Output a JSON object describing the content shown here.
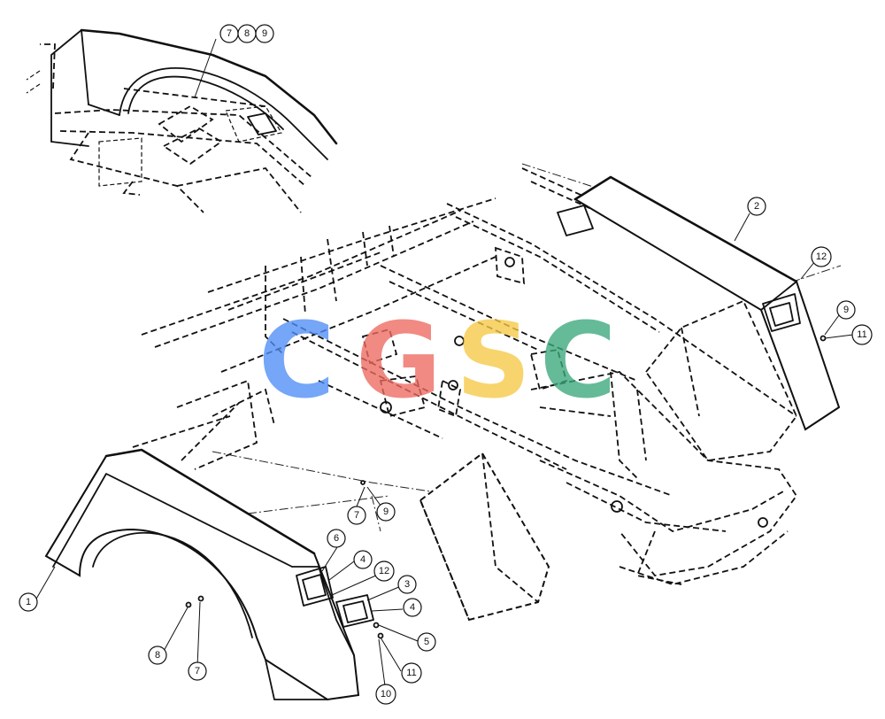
{
  "callouts": [
    {
      "id": "c1",
      "label": "1"
    },
    {
      "id": "c2",
      "label": "2"
    },
    {
      "id": "c3",
      "label": "3"
    },
    {
      "id": "c4a",
      "label": "4"
    },
    {
      "id": "c4b",
      "label": "4"
    },
    {
      "id": "c5",
      "label": "5"
    },
    {
      "id": "c6",
      "label": "6"
    },
    {
      "id": "c7a",
      "label": "7"
    },
    {
      "id": "c7b",
      "label": "7"
    },
    {
      "id": "c7c",
      "label": "7"
    },
    {
      "id": "c8a",
      "label": "8"
    },
    {
      "id": "c8b",
      "label": "8"
    },
    {
      "id": "c9a",
      "label": "9"
    },
    {
      "id": "c9b",
      "label": "9"
    },
    {
      "id": "c9c",
      "label": "9"
    },
    {
      "id": "c10",
      "label": "10"
    },
    {
      "id": "c11a",
      "label": "11"
    },
    {
      "id": "c11b",
      "label": "11"
    },
    {
      "id": "c12a",
      "label": "12"
    },
    {
      "id": "c12b",
      "label": "12"
    }
  ],
  "watermark": {
    "letters": [
      "C",
      "G",
      "S",
      "C"
    ],
    "colors": [
      "#4f8ef7",
      "#ee6a5f",
      "#f6c945",
      "#3aa87a"
    ]
  }
}
